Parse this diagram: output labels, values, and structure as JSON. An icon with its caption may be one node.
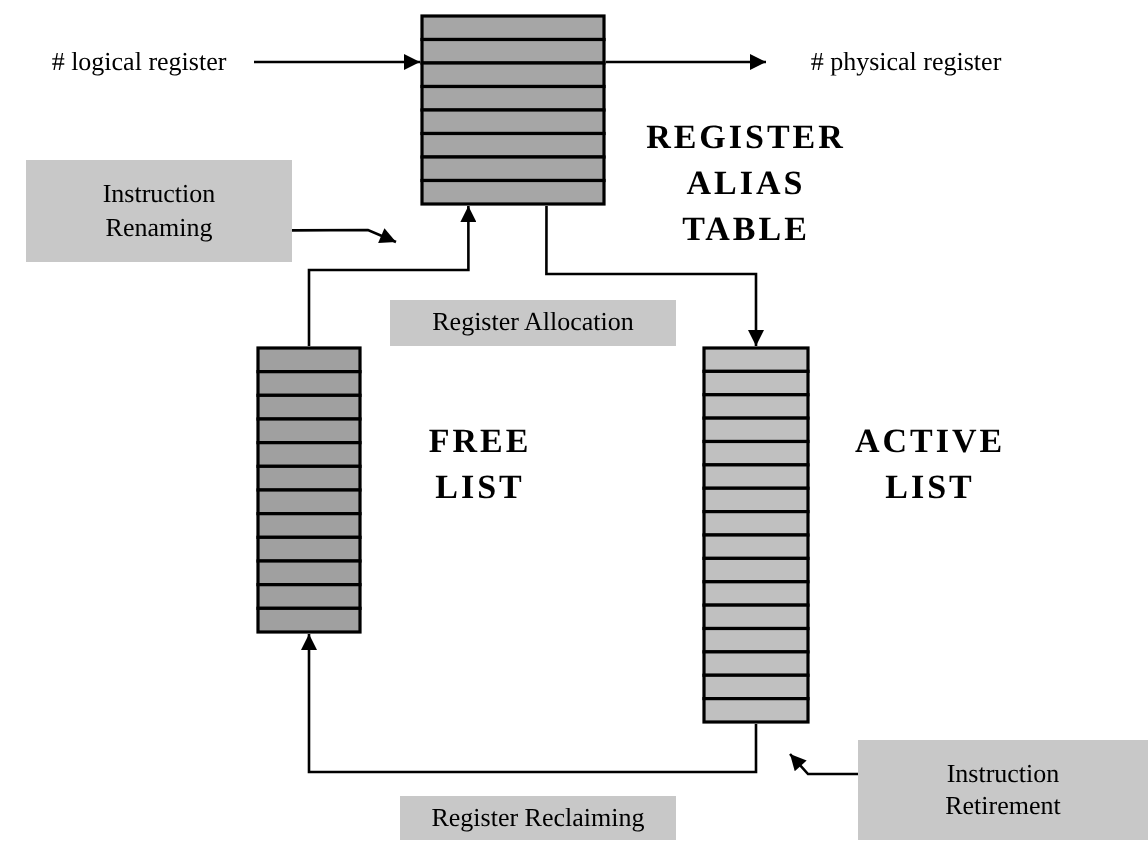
{
  "diagram": {
    "nodes": [
      {
        "text": [
          "# logical register"
        ]
      },
      {
        "text": [],
        "shape": "box",
        "beside": [
          "REGISTER ALIAS TABLE"
        ]
      },
      {
        "text": [
          "# physical register"
        ]
      },
      {
        "text": [
          "Instruction Renaming"
        ]
      },
      {
        "text": [],
        "shape": "box",
        "beside": [
          "FREE LIST"
        ]
      },
      {
        "text": [],
        "shape": "box",
        "beside": [
          "ACTIVE LIST"
        ]
      },
      {
        "text": [
          "Register Allocation"
        ]
      },
      {
        "text": [
          "Register Reclaiming"
        ]
      },
      {
        "text": [
          "Instruction Retirement"
        ]
      }
    ],
    "edges": [
      {
        "from": 0,
        "to": 1,
        "arrow": "to"
      },
      {
        "from": 1,
        "to": 2,
        "arrow": "to"
      },
      {
        "from": 4,
        "to": 1,
        "arrow": "to"
      },
      {
        "from": 1,
        "to": 5,
        "arrow": "to"
      },
      {
        "from": 5,
        "to": 4,
        "arrow": "to"
      },
      {
        "from": 3,
        "to": 1,
        "arrow": "to"
      },
      {
        "from": 8,
        "to": 5,
        "arrow": "to"
      }
    ]
  }
}
